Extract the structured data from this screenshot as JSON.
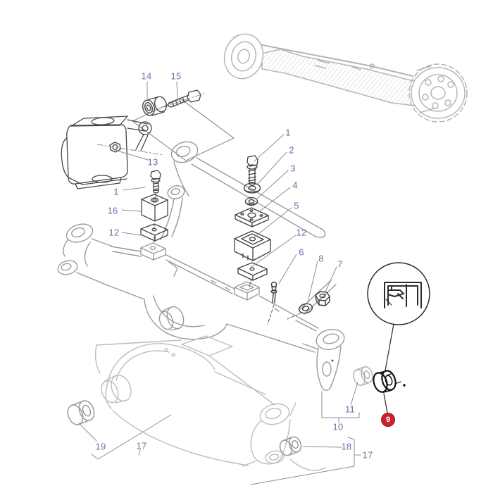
{
  "diagram": {
    "description": "Exploded parts diagram of a tractor front axle assembly with numbered callouts",
    "callouts": [
      {
        "text": "14"
      },
      {
        "text": "15"
      },
      {
        "text": "13"
      },
      {
        "text": "1"
      },
      {
        "text": "16"
      },
      {
        "text": "12"
      },
      {
        "text": "1"
      },
      {
        "text": "2"
      },
      {
        "text": "3"
      },
      {
        "text": "4"
      },
      {
        "text": "5"
      },
      {
        "text": "12"
      },
      {
        "text": "6"
      },
      {
        "text": "8"
      },
      {
        "text": "7"
      },
      {
        "text": "11"
      },
      {
        "text": "10"
      },
      {
        "text": "18"
      },
      {
        "text": "17"
      },
      {
        "text": "19"
      },
      {
        "text": "17"
      }
    ],
    "highlighted_callout": {
      "text": "9"
    },
    "colors": {
      "callout_text": "#6b70a8",
      "highlight_badge_bg": "#cc2030",
      "highlight_badge_text": "#ffffff",
      "dark_part_line": "#474747",
      "medium_part_line": "#9a9a9a",
      "light_part_line": "#bcbcbc",
      "background": "#ffffff"
    }
  }
}
